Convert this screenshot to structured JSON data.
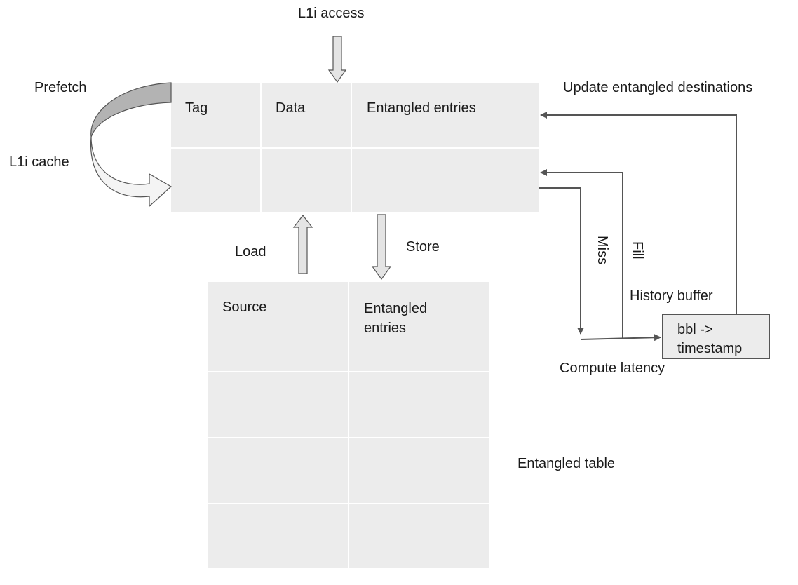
{
  "labels": {
    "l1i_access": "L1i access",
    "prefetch": "Prefetch",
    "l1i_cache": "L1i cache",
    "update": "Update entangled destinations",
    "load": "Load",
    "store": "Store",
    "miss": "Miss",
    "fill": "Fill",
    "history_buffer": "History buffer",
    "compute_latency": "Compute latency",
    "entangled_table": "Entangled table"
  },
  "cache_table": {
    "headers": [
      "Tag",
      "Data",
      "Entangled entries"
    ]
  },
  "entangled_table": {
    "headers": [
      "Source",
      "Entangled\nentries"
    ]
  },
  "history_box": {
    "line1": "bbl ->",
    "line2": "timestamp"
  },
  "colors": {
    "cell_fill": "#ececec",
    "arrow_line": "#555555",
    "block_arrow_fill": "#e4e4e4",
    "curve_top_fill": "#b3b3b3"
  }
}
